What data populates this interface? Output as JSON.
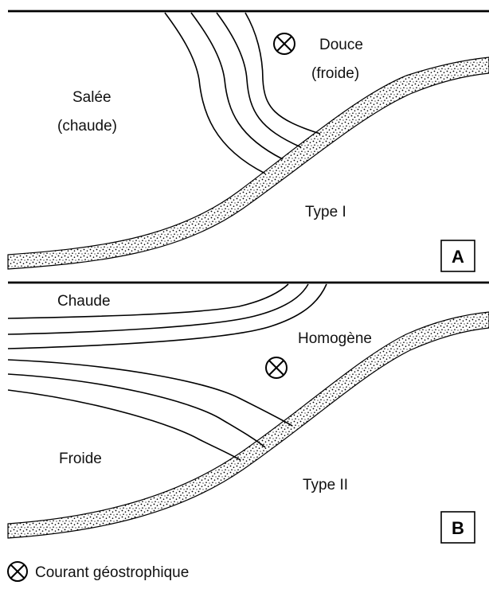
{
  "panel_a": {
    "label_left_line1": "Salée",
    "label_left_line2": "(chaude)",
    "label_right_line1": "Douce",
    "label_right_line2": "(froide)",
    "type_label": "Type I",
    "panel_tag": "A"
  },
  "panel_b": {
    "label_top": "Chaude",
    "label_center": "Homogène",
    "label_bottom": "Froide",
    "type_label": "Type II",
    "panel_tag": "B"
  },
  "legend": {
    "text": "Courant géostrophique",
    "icon": "circled-x-icon"
  },
  "colors": {
    "ink": "#000000",
    "background": "#ffffff"
  }
}
